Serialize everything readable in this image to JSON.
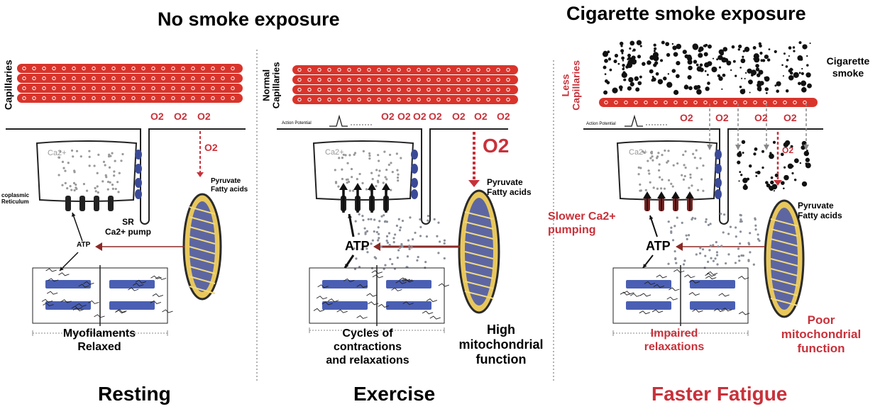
{
  "headers": {
    "no_smoke": "No smoke exposure",
    "smoke": "Cigarette smoke exposure"
  },
  "panels": {
    "resting": {
      "title": "Resting",
      "capillaries": "Capillaries",
      "o2": [
        "O2",
        "O2",
        "O2"
      ],
      "o2_arrow": "O2",
      "sr_label": "coplasmic\nReticulum",
      "ca_label": "Ca2+",
      "pump_label": "SR\nCa2+ pump",
      "atp": "ATP",
      "substrate": "Pyruvate\nFatty acids",
      "myofilaments": "Myofilaments\nRelaxed"
    },
    "exercise": {
      "title": "Exercise",
      "capillaries": "Normal\nCapillaries",
      "action_potential": "Action Potential",
      "o2": [
        "O2",
        "O2",
        "O2",
        "O2",
        "O2",
        "O2",
        "O2"
      ],
      "o2_arrow": "O2",
      "ca_label": "Ca2+",
      "atp": "ATP",
      "substrate": "Pyruvate\nFatty acids",
      "cycles": "Cycles of\ncontractions\nand relaxations",
      "mito": "High\nmitochondrial\nfunction"
    },
    "fatigue": {
      "title": "Faster Fatigue",
      "capillaries": "Less\nCapillaries",
      "smoke": "Cigarette\nsmoke",
      "action_potential": "Action Potential",
      "o2": [
        "O2",
        "O2",
        "O2",
        "O2"
      ],
      "o2_arrow": "O2",
      "ca_label": "Ca2+",
      "slower": "Slower Ca2+\npumping",
      "atp": "ATP",
      "substrate": "Pyruvate\nFatty acids",
      "impaired": "Impaired\nrelaxations",
      "mito": "Poor\nmitochondrial\nfunction"
    }
  },
  "colors": {
    "capillary": "#d9342b",
    "arrow": "#8b2a26",
    "oxygen_red": "#c8313a",
    "filament": "#4a5fb3",
    "mito_fill": "#e8c75c",
    "mito_line": "#2b2b2b"
  }
}
